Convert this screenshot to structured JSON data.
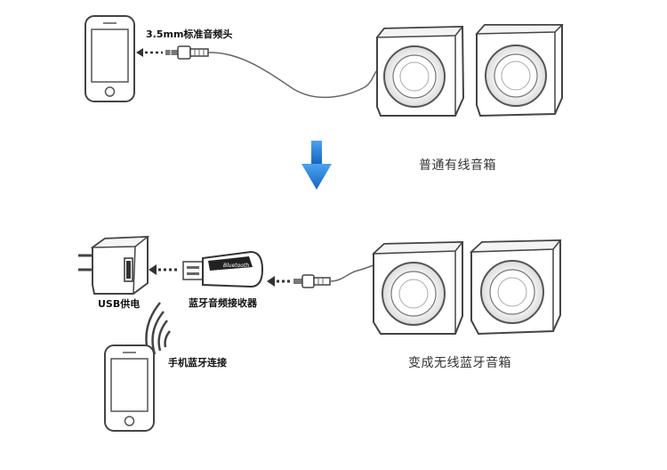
{
  "labels": {
    "jack_top": "3.5mm标准音频头",
    "wired_speaker": "普通有线音箱",
    "usb_power": "USB供电",
    "receiver": "蓝牙音频接收器",
    "phone_bluetooth": "手机蓝牙连接",
    "wireless_speaker": "变成无线蓝牙音箱"
  },
  "device_text": {
    "receiver_brand": "Bluetooth"
  },
  "colors": {
    "flow_arrow": "#1e88e5",
    "line": "#555555"
  }
}
